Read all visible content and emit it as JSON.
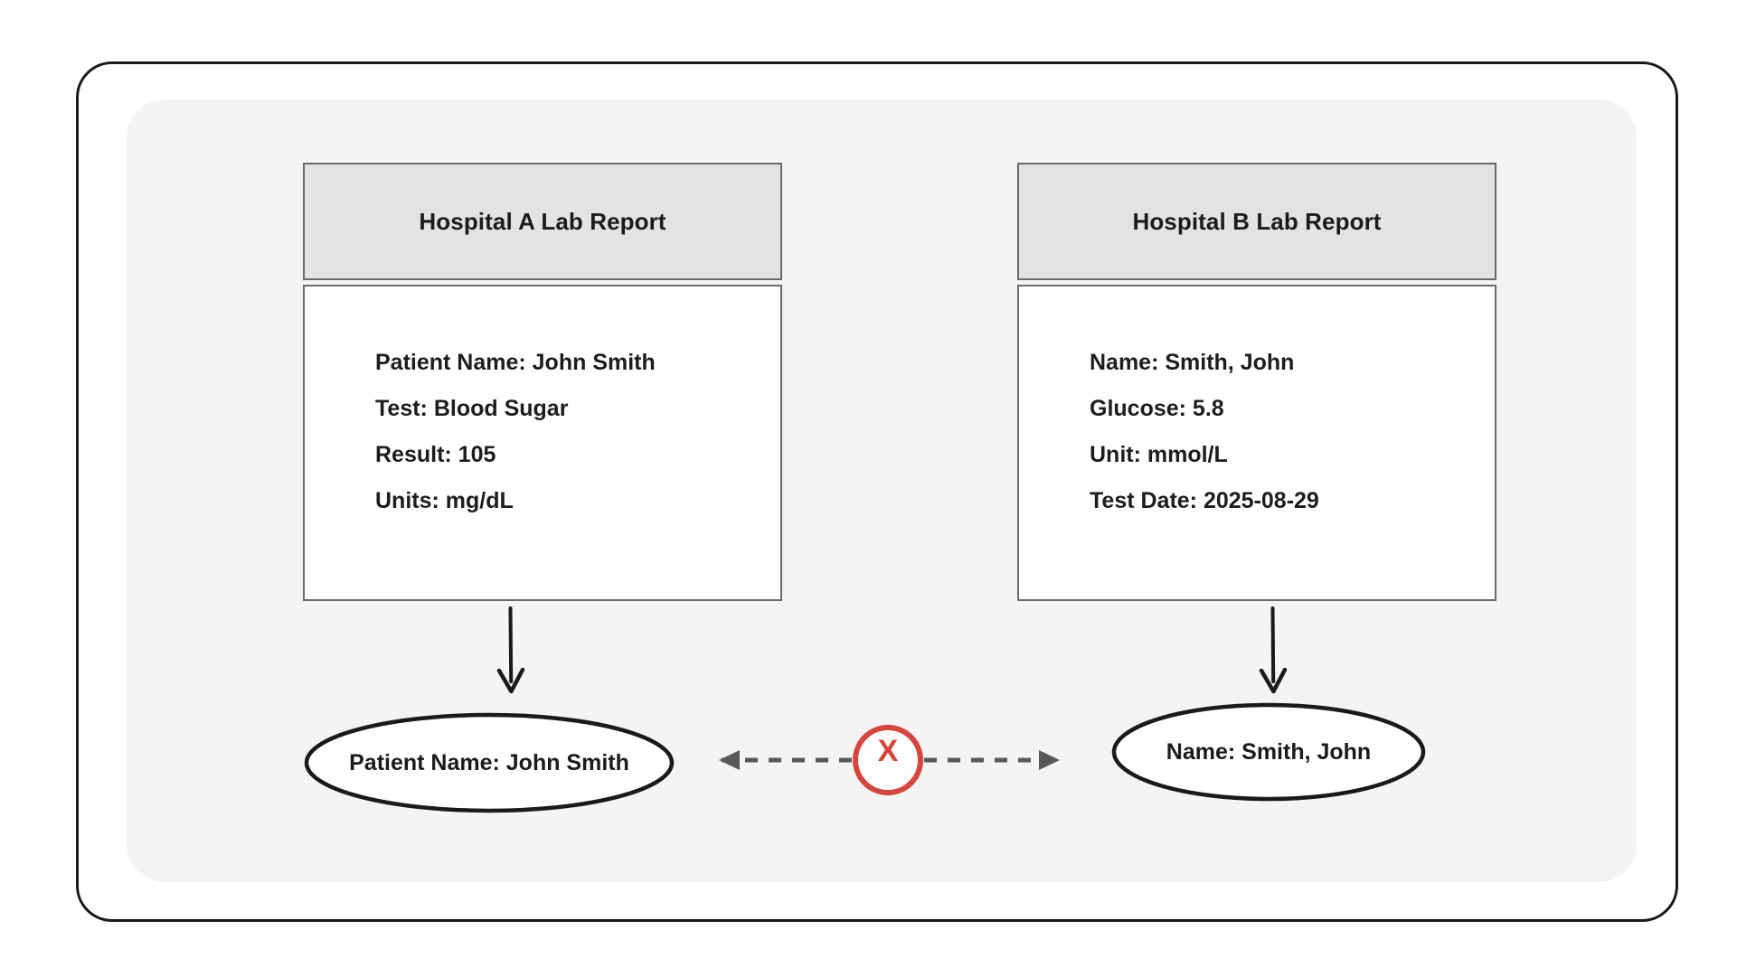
{
  "diagram": {
    "frame": {
      "border_color": "#191919",
      "panel_color": "#f4f4f4"
    },
    "cards": [
      {
        "id": "hospital-a",
        "title": "Hospital A Lab Report",
        "header_color": "#e3e3e3",
        "border_color": "#6a6a6a",
        "lines": [
          "Patient Name: John Smith",
          "Test: Blood Sugar",
          "Result: 105",
          "Units: mg/dL"
        ]
      },
      {
        "id": "hospital-b",
        "title": "Hospital B Lab Report",
        "header_color": "#e3e3e3",
        "border_color": "#6a6a6a",
        "lines": [
          "Name: Smith, John",
          "Glucose: 5.8",
          "Unit: mmol/L",
          "Test Date: 2025-08-29"
        ]
      }
    ],
    "ellipses": [
      {
        "id": "node-a",
        "label": "Patient Name: John Smith"
      },
      {
        "id": "node-b",
        "label": "Name: Smith, John"
      }
    ],
    "mismatch": {
      "symbol": "X",
      "color": "#d6453c",
      "connector_color": "#58595b",
      "connector_style": "dashed-double-arrow"
    }
  }
}
